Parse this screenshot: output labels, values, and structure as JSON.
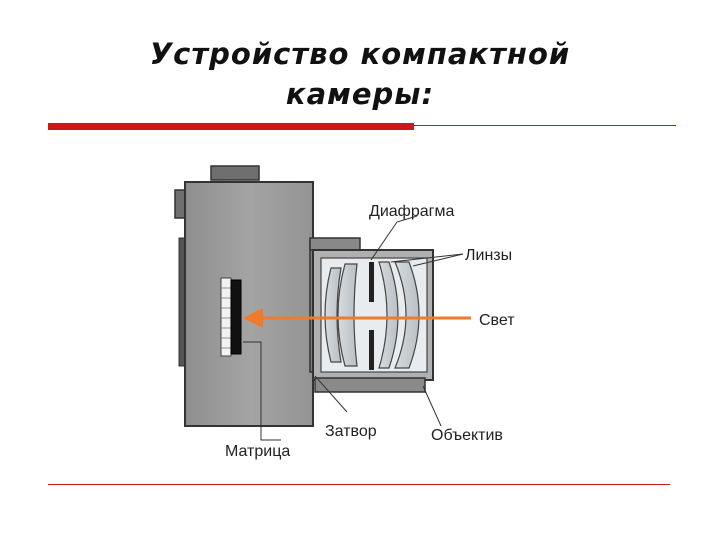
{
  "slide": {
    "title_line1": "Устройство компактной",
    "title_line2": "камеры:"
  },
  "diagram": {
    "labels": {
      "diaphragm": "Диафрагма",
      "lenses": "Линзы",
      "light": "Свет",
      "lens_unit": "Объектив",
      "shutter": "Затвор",
      "sensor": "Матрица"
    }
  },
  "colors": {
    "accent_red": "#cc1818",
    "light_ray": "#f07b2a",
    "body_gray": "#9a9a9a",
    "lens_glass": "#c9ced2"
  }
}
